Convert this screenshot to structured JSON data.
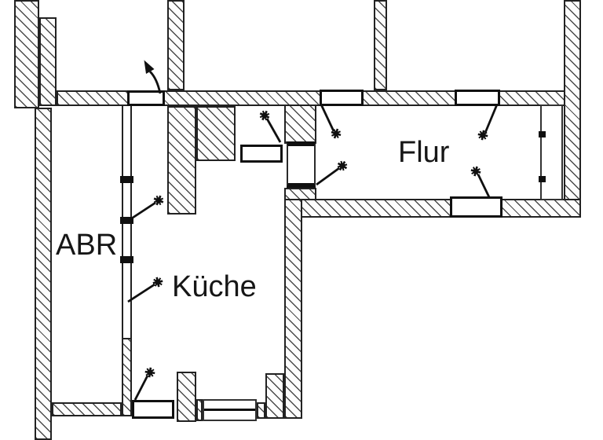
{
  "floorplan": {
    "rooms": [
      {
        "id": "abr",
        "label": "ABR"
      },
      {
        "id": "kueche",
        "label": "Küche"
      },
      {
        "id": "flur",
        "label": "Flur"
      }
    ],
    "colors": {
      "line": "#1a1a1a",
      "hatch": "#3a3a3a",
      "background": "#ffffff"
    }
  }
}
